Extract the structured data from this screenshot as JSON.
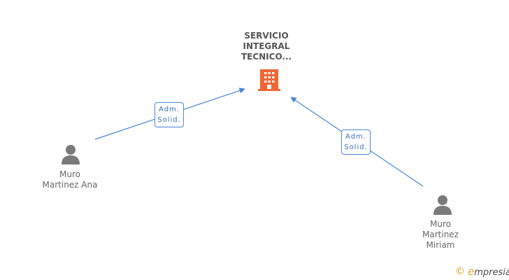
{
  "company": {
    "name": "SERVICIO\nINTEGRAL\nTECNICO...",
    "icon": "building-icon",
    "color": "#f06633"
  },
  "people": [
    {
      "name": "Muro\nMartinez Ana",
      "icon": "person-icon"
    },
    {
      "name": "Muro\nMartinez\nMiriam",
      "icon": "person-icon"
    }
  ],
  "edges": [
    {
      "label": "Adm.\nSolid.",
      "from": "Muro Martinez Ana",
      "to": "SERVICIO INTEGRAL TECNICO..."
    },
    {
      "label": "Adm.\nSolid.",
      "from": "Muro Martinez Miriam",
      "to": "SERVICIO INTEGRAL TECNICO..."
    }
  ],
  "colors": {
    "edge": "#4a86d8",
    "person": "#7a7a7a",
    "brand": "#e2a12a"
  },
  "footer": {
    "copyright_symbol": "©",
    "brand_first": "e",
    "brand_rest": "mpresia"
  }
}
